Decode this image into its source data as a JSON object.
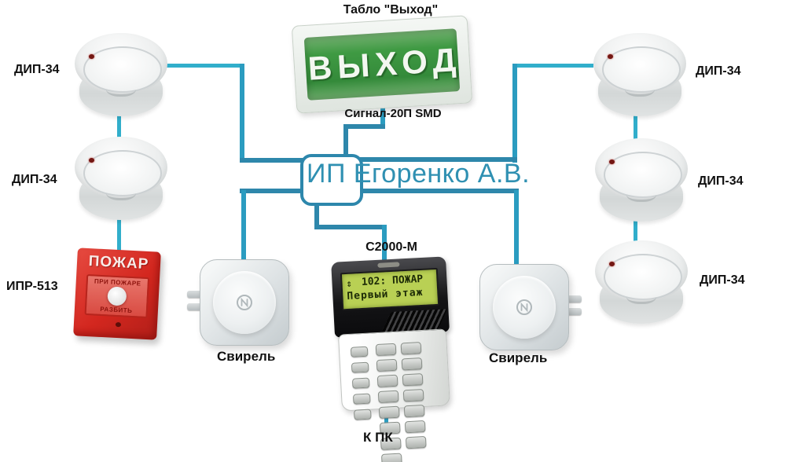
{
  "exit_sign": {
    "caption": "Табло \"Выход\"",
    "text": "ВЫХОД",
    "sub_caption": "Сигнал-20П SMD"
  },
  "watermark": "ИП Егоренко А.В.",
  "control_panel": {
    "caption": "С2000-М",
    "lcd_nav_icon": "⇕",
    "lcd_line1": "102: ПОЖАР",
    "lcd_line2": "Первый этаж",
    "bottom_label": "К ПК"
  },
  "call_point": {
    "label": "ИПР-513",
    "title": "ПОЖАР",
    "inner_top": "ПРИ ПОЖАРЕ",
    "inner_bottom": "РАЗБИТЬ"
  },
  "sirens": {
    "left_label": "Свирель",
    "right_label": "Свирель"
  },
  "detectors": {
    "left": [
      "ДИП-34",
      "ДИП-34"
    ],
    "right": [
      "ДИП-34",
      "ДИП-34",
      "ДИП-34"
    ]
  },
  "colors": {
    "wire": "#2b9cc0",
    "wire_thick": "#2e87ab",
    "wire_bright": "#31aecb",
    "watermark_text": "#2f90b2",
    "sign_green": "#3f9a43",
    "alarm_red": "#d3271f",
    "lcd_bg": "#b9d054",
    "lcd_text": "#1d2b07"
  }
}
